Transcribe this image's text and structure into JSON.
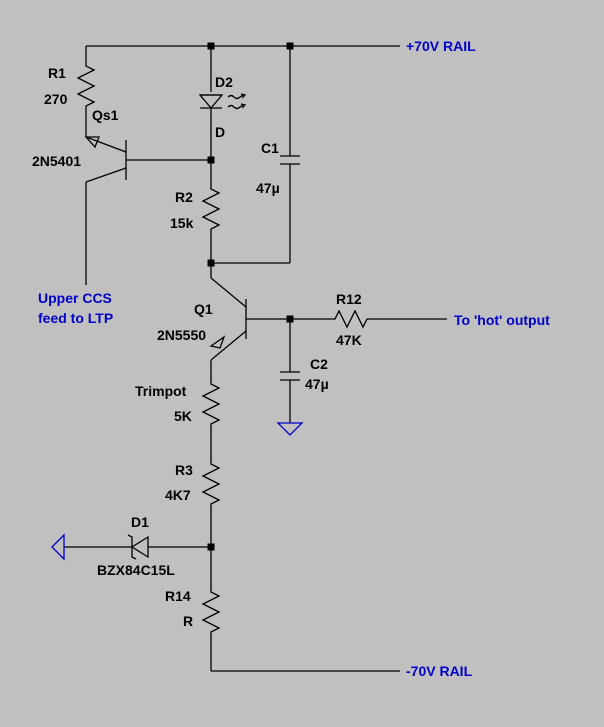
{
  "colors": {
    "background": "#c0c0c0",
    "wire": "#000000",
    "net_label": "#0000cc"
  },
  "nets": {
    "pos_rail": "+70V RAIL",
    "neg_rail": "-70V RAIL",
    "upper_ccs_line1": "Upper CCS",
    "upper_ccs_line2": "feed to LTP",
    "hot_output": "To 'hot' output"
  },
  "components": {
    "r1": {
      "ref": "R1",
      "value": "270"
    },
    "qs1": {
      "ref": "Qs1",
      "value": "2N5401"
    },
    "d2": {
      "ref": "D2",
      "value": "D"
    },
    "c1": {
      "ref": "C1",
      "value": "47µ"
    },
    "r2": {
      "ref": "R2",
      "value": "15k"
    },
    "q1": {
      "ref": "Q1",
      "value": "2N5550"
    },
    "r12": {
      "ref": "R12",
      "value": "47K"
    },
    "c2": {
      "ref": "C2",
      "value": "47µ"
    },
    "trimpot": {
      "ref": "Trimpot",
      "value": "5K"
    },
    "r3": {
      "ref": "R3",
      "value": "4K7"
    },
    "d1": {
      "ref": "D1",
      "value": "BZX84C15L"
    },
    "r14": {
      "ref": "R14",
      "value": "R"
    }
  }
}
